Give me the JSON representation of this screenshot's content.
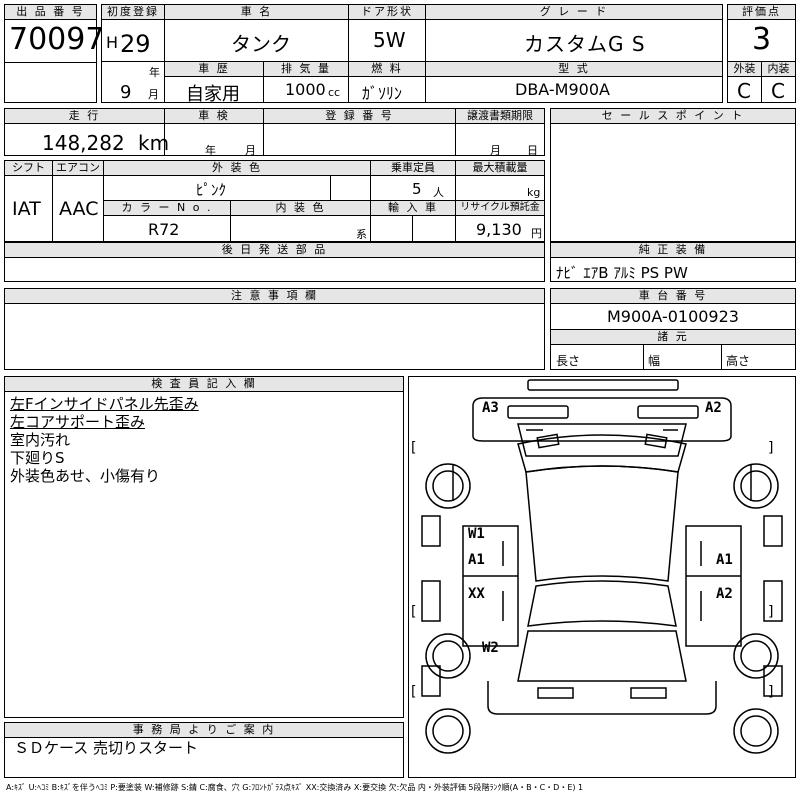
{
  "sheet": {
    "lot_header": "出 品 番 号",
    "lot_number": "70097",
    "first_reg_header": "初度登録",
    "era_letter": "H",
    "year_value": "29",
    "year_unit": "年",
    "month_value": "9",
    "month_unit": "月",
    "name_header": "車 名",
    "car_name": "タンク",
    "door_header": "ドア形状",
    "door_value": "5W",
    "grade_header": "グ レ ー ド",
    "grade_value": "カスタムG S",
    "score_header": "評価点",
    "score_value": "3",
    "history_header": "車 歴",
    "history_value": "自家用",
    "displacement_header": "排 気 量",
    "displacement_value": "1000",
    "displacement_unit": "cc",
    "fuel_header": "燃 料",
    "fuel_value": "ｶﾞｿﾘﾝ",
    "model_header": "型 式",
    "model_value": "DBA-M900A",
    "exterior_header": "外装",
    "exterior_value": "C",
    "interior_header": "内装",
    "interior_value": "C"
  },
  "row2": {
    "mileage_header": "走 行",
    "mileage_value": "148,282",
    "mileage_unit": "km",
    "inspection_header": "車 検",
    "inspection_year_unit": "年",
    "inspection_month_unit": "月",
    "reg_number_header": "登 録 番 号",
    "transfer_header": "譲渡書類期限",
    "transfer_month_unit": "月",
    "transfer_day_unit": "日",
    "sales_point_header": "セ ー ル ス ポ イ ン ト"
  },
  "row3": {
    "shift_header": "シフト",
    "shift_value": "IAT",
    "ac_header": "エアコン",
    "ac_value": "AAC",
    "ext_color_header": "外 装 色",
    "ext_color_value": "ﾋﾟﾝｸ",
    "capacity_header": "乗車定員",
    "capacity_value": "5",
    "capacity_unit": "人",
    "max_load_header": "最大積載量",
    "max_load_unit": "kg",
    "color_no_header": "カ ラ ー N o .",
    "color_no_value": "R72",
    "int_color_header": "内 装 色",
    "int_color_unit": "系",
    "import_header": "輸 入 車",
    "recycle_header": "リサイクル預託金",
    "recycle_value": "9,130",
    "recycle_unit": "円"
  },
  "row4": {
    "later_parts_header": "後 日 発 送 部 品",
    "genuine_header": "純 正 装 備",
    "genuine_value": "ﾅﾋﾞ ｴｱB ｱﾙﾐ PS PW"
  },
  "row5": {
    "notes_header": "注 意 事 項 欄",
    "chassis_header": "車 台 番 号",
    "chassis_value": "M900A-0100923",
    "dims_header": "諸 元",
    "length_label": "長さ",
    "width_label": "幅",
    "height_label": "高さ"
  },
  "inspector": {
    "header": "検 査 員 記 入 欄",
    "lines": [
      "左Fインサイドパネル先歪み",
      "左コアサポート歪み",
      "室内汚れ",
      "下廻りS",
      "外装色あせ、小傷有り"
    ]
  },
  "office": {
    "header": "事 務 局 よ り ご 案 内",
    "message": "ＳＤケース 売切りスタート"
  },
  "diagram": {
    "marks": {
      "front_left": "A3",
      "front_right": "A2",
      "left_door_front_1": "W1",
      "left_door_front_2": "A1",
      "right_door_front": "A1",
      "left_door_rear": "XX",
      "right_door_rear": "A2",
      "left_rear_fender": "W2"
    },
    "bracket_left": "[",
    "bracket_right": "]"
  },
  "legend": "A:ｷｽﾞ U:ﾍｺﾐ B:ｷｽﾞを伴うﾍｺﾐ P:要塗装 W:補修跡 S:錆 C:腐食、穴 G:ﾌﾛﾝﾄｶﾞﾗｽ点ｷｽﾞ XX:交換済み X:要交換 欠:欠品 内・外装評価 5段階ﾗﾝｸ順(A・B・C・D・E) 1"
}
